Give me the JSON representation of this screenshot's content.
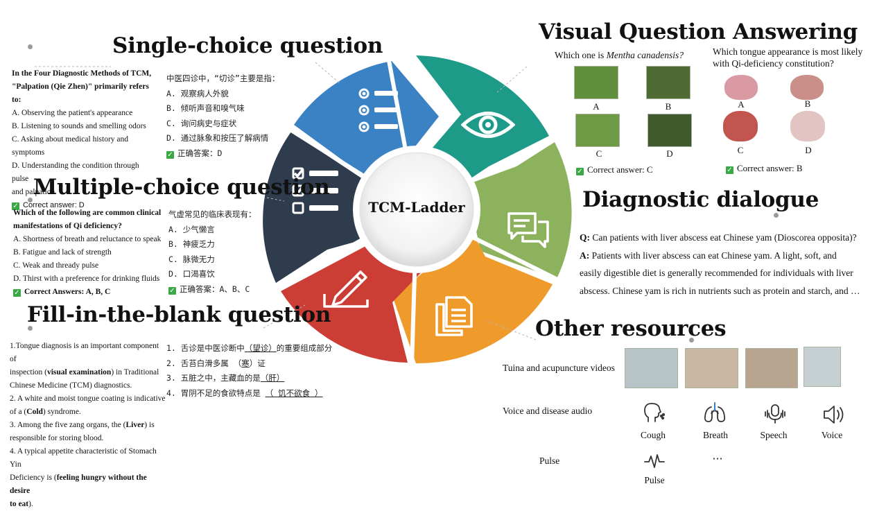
{
  "center": {
    "title": "TCM-Ladder"
  },
  "single": {
    "heading": "Single-choice question",
    "en_q1": "In the Four Diagnostic Methods of TCM,",
    "en_q2": "\"Palpation (Qie Zhen)\" primarily refers to:",
    "en_opts": [
      "A. Observing the patient's appearance",
      "B. Listening to sounds and smelling odors",
      "C. Asking about medical history and symptoms",
      "D. Understanding the condition through pulse",
      "and palpation"
    ],
    "en_answer": "Correct answer: D",
    "cn_q": "中医四诊中，“切诊”主要是指：",
    "cn_opts": [
      "A. 观察病人外貌",
      "B. 倾听声音和嗅气味",
      "C. 询问病史与症状",
      "D. 通过脉象和按压了解病情"
    ],
    "cn_answer": "正确答案：D"
  },
  "multiple": {
    "heading": "Multiple-choice question",
    "en_q1": "Which of the following are common clinical",
    "en_q2": "manifestations of Qi deficiency?",
    "en_opts": [
      "A. Shortness of breath and reluctance to speak",
      "B. Fatigue and lack of strength",
      "C. Weak and thready pulse",
      "D. Thirst with a preference for drinking fluids"
    ],
    "en_answer": "Correct Answers: A, B, C",
    "cn_q": "气虚常见的临床表现有：",
    "cn_opts": [
      "A. 少气懒言",
      "B. 神疲乏力",
      "C. 脉微无力",
      "D. 口渴喜饮"
    ],
    "cn_answer": "正确答案：A、B、C"
  },
  "fill": {
    "heading": "Fill-in-the-blank question",
    "en": [
      {
        "pre": "1.Tongue diagnosis is an important component of",
        "bold": "",
        "post": ""
      },
      {
        "pre": "inspection (",
        "bold": "visual examination",
        "post": ") in Traditional"
      },
      {
        "pre": "Chinese Medicine (TCM) diagnostics.",
        "bold": "",
        "post": ""
      },
      {
        "pre": "2. A white and moist tongue coating is indicative",
        "bold": "",
        "post": ""
      },
      {
        "pre": "of a (",
        "bold": "Cold",
        "post": ") syndrome."
      },
      {
        "pre": "3. Among the five zang organs, the (",
        "bold": "Liver",
        "post": ") is"
      },
      {
        "pre": "responsible for storing blood.",
        "bold": "",
        "post": ""
      },
      {
        "pre": "4. A typical appetite characteristic of Stomach Yin",
        "bold": "",
        "post": ""
      },
      {
        "pre": "Deficiency is (",
        "bold": "feeling hungry without the desire",
        "post": ""
      },
      {
        "pre": "",
        "bold": "to eat",
        "post": ")."
      }
    ],
    "cn": [
      {
        "pre": "1.  舌诊是中医诊断中",
        "blank": "（望诊）",
        "post": "的重要组成部分"
      },
      {
        "pre": "2.  舌苔白滑多属  （",
        "blank": "寒",
        "post": "）证"
      },
      {
        "pre": "3.  五脏之中，主藏血的是",
        "blank": "（肝）",
        "post": ""
      },
      {
        "pre": "4.  胃阴不足的食欲特点是  ",
        "blank": "（ 饥不欲食  ）",
        "post": ""
      }
    ]
  },
  "vqa": {
    "heading": "Visual Question Answering",
    "q1_pre": "Which one is ",
    "q1_italic": "Mentha canadensis?",
    "q1_labels": [
      "A",
      "B",
      "C",
      "D"
    ],
    "q1_answer": "Correct answer: C",
    "q2_line1": "Which tongue appearance is most likely",
    "q2_line2": "with Qi-deficiency constitution?",
    "q2_labels": [
      "A",
      "B",
      "C",
      "D"
    ],
    "q2_answer": "Correct answer: B"
  },
  "dialogue": {
    "heading": "Diagnostic dialogue",
    "q_label": "Q:",
    "q_text": " Can patients with liver abscess eat Chinese yam (Dioscorea opposita)?",
    "a_label": "A:",
    "a_lines": [
      " Patients with liver abscess can eat Chinese yam. A light, soft, and",
      "easily digestible diet is generally recommended for individuals with liver",
      "abscess. Chinese yam is rich in nutrients such as protein and starch, and …"
    ]
  },
  "other": {
    "heading": "Other resources",
    "row1_label": "Tuina and acupuncture videos",
    "row2_label": "Voice and disease audio",
    "row3_label": "Pulse",
    "audio_items": [
      {
        "icon": "cough-icon",
        "label": "Cough"
      },
      {
        "icon": "lungs-icon",
        "label": "Breath"
      },
      {
        "icon": "microphone-icon",
        "label": "Speech"
      },
      {
        "icon": "speaker-icon",
        "label": "Voice"
      }
    ],
    "pulse_label": "Pulse",
    "ellipsis": "···"
  },
  "colors": {
    "blue": "#3a82c4",
    "teal": "#1e9a88",
    "green": "#8db25e",
    "orange": "#ef9b2c",
    "red": "#cc3d36",
    "navy": "#2e3c4e"
  }
}
